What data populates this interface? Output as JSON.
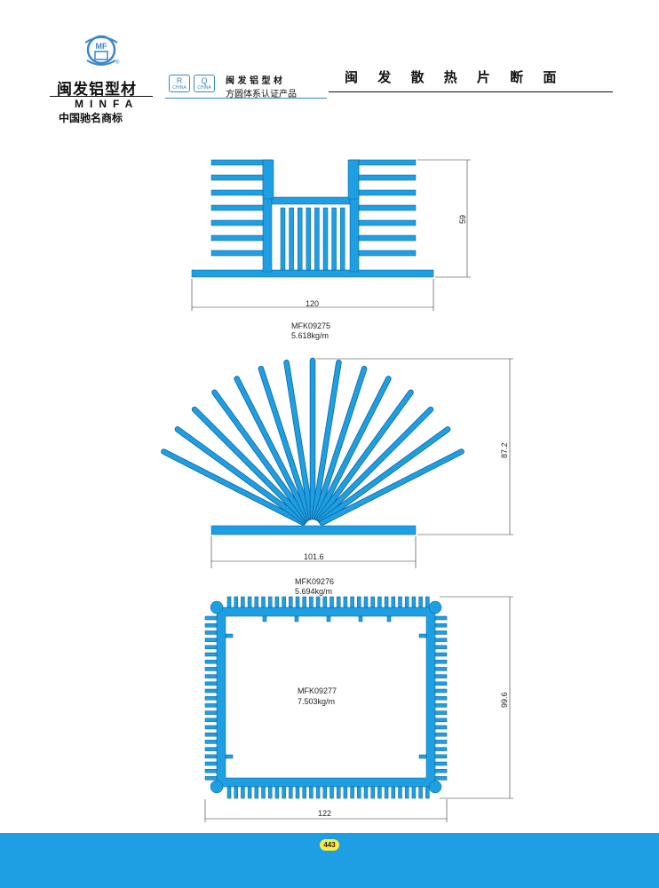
{
  "header": {
    "brand_name": "闽发铝型材",
    "brand_latin": "MINFA",
    "brand_slogan": "中国驰名商标",
    "logo_letters": "MF",
    "cert_r": "R",
    "cert_q": "Q",
    "cert_sub": "CHINA",
    "cert_brand": "闽 发 铝 型 材",
    "cert_text": "方圆体系认证产品",
    "page_title": "闽 发 散 热 片 断 面"
  },
  "profiles": [
    {
      "code": "MFK09275",
      "weight": "5.618kg/m",
      "width_dim": "120",
      "height_dim": "59"
    },
    {
      "code": "MFK09276",
      "weight": "5.694kg/m",
      "width_dim": "101.6",
      "height_dim": "87.2"
    },
    {
      "code": "MFK09277",
      "weight": "7.503kg/m",
      "width_dim": "122",
      "height_dim": "99.6"
    }
  ],
  "footer": {
    "page_number": "443"
  },
  "colors": {
    "profile_fill": "#1e9fe3",
    "footer": "#1e9fe3",
    "page_badge": "#ffeb3b",
    "cert": "#3b88c8"
  }
}
